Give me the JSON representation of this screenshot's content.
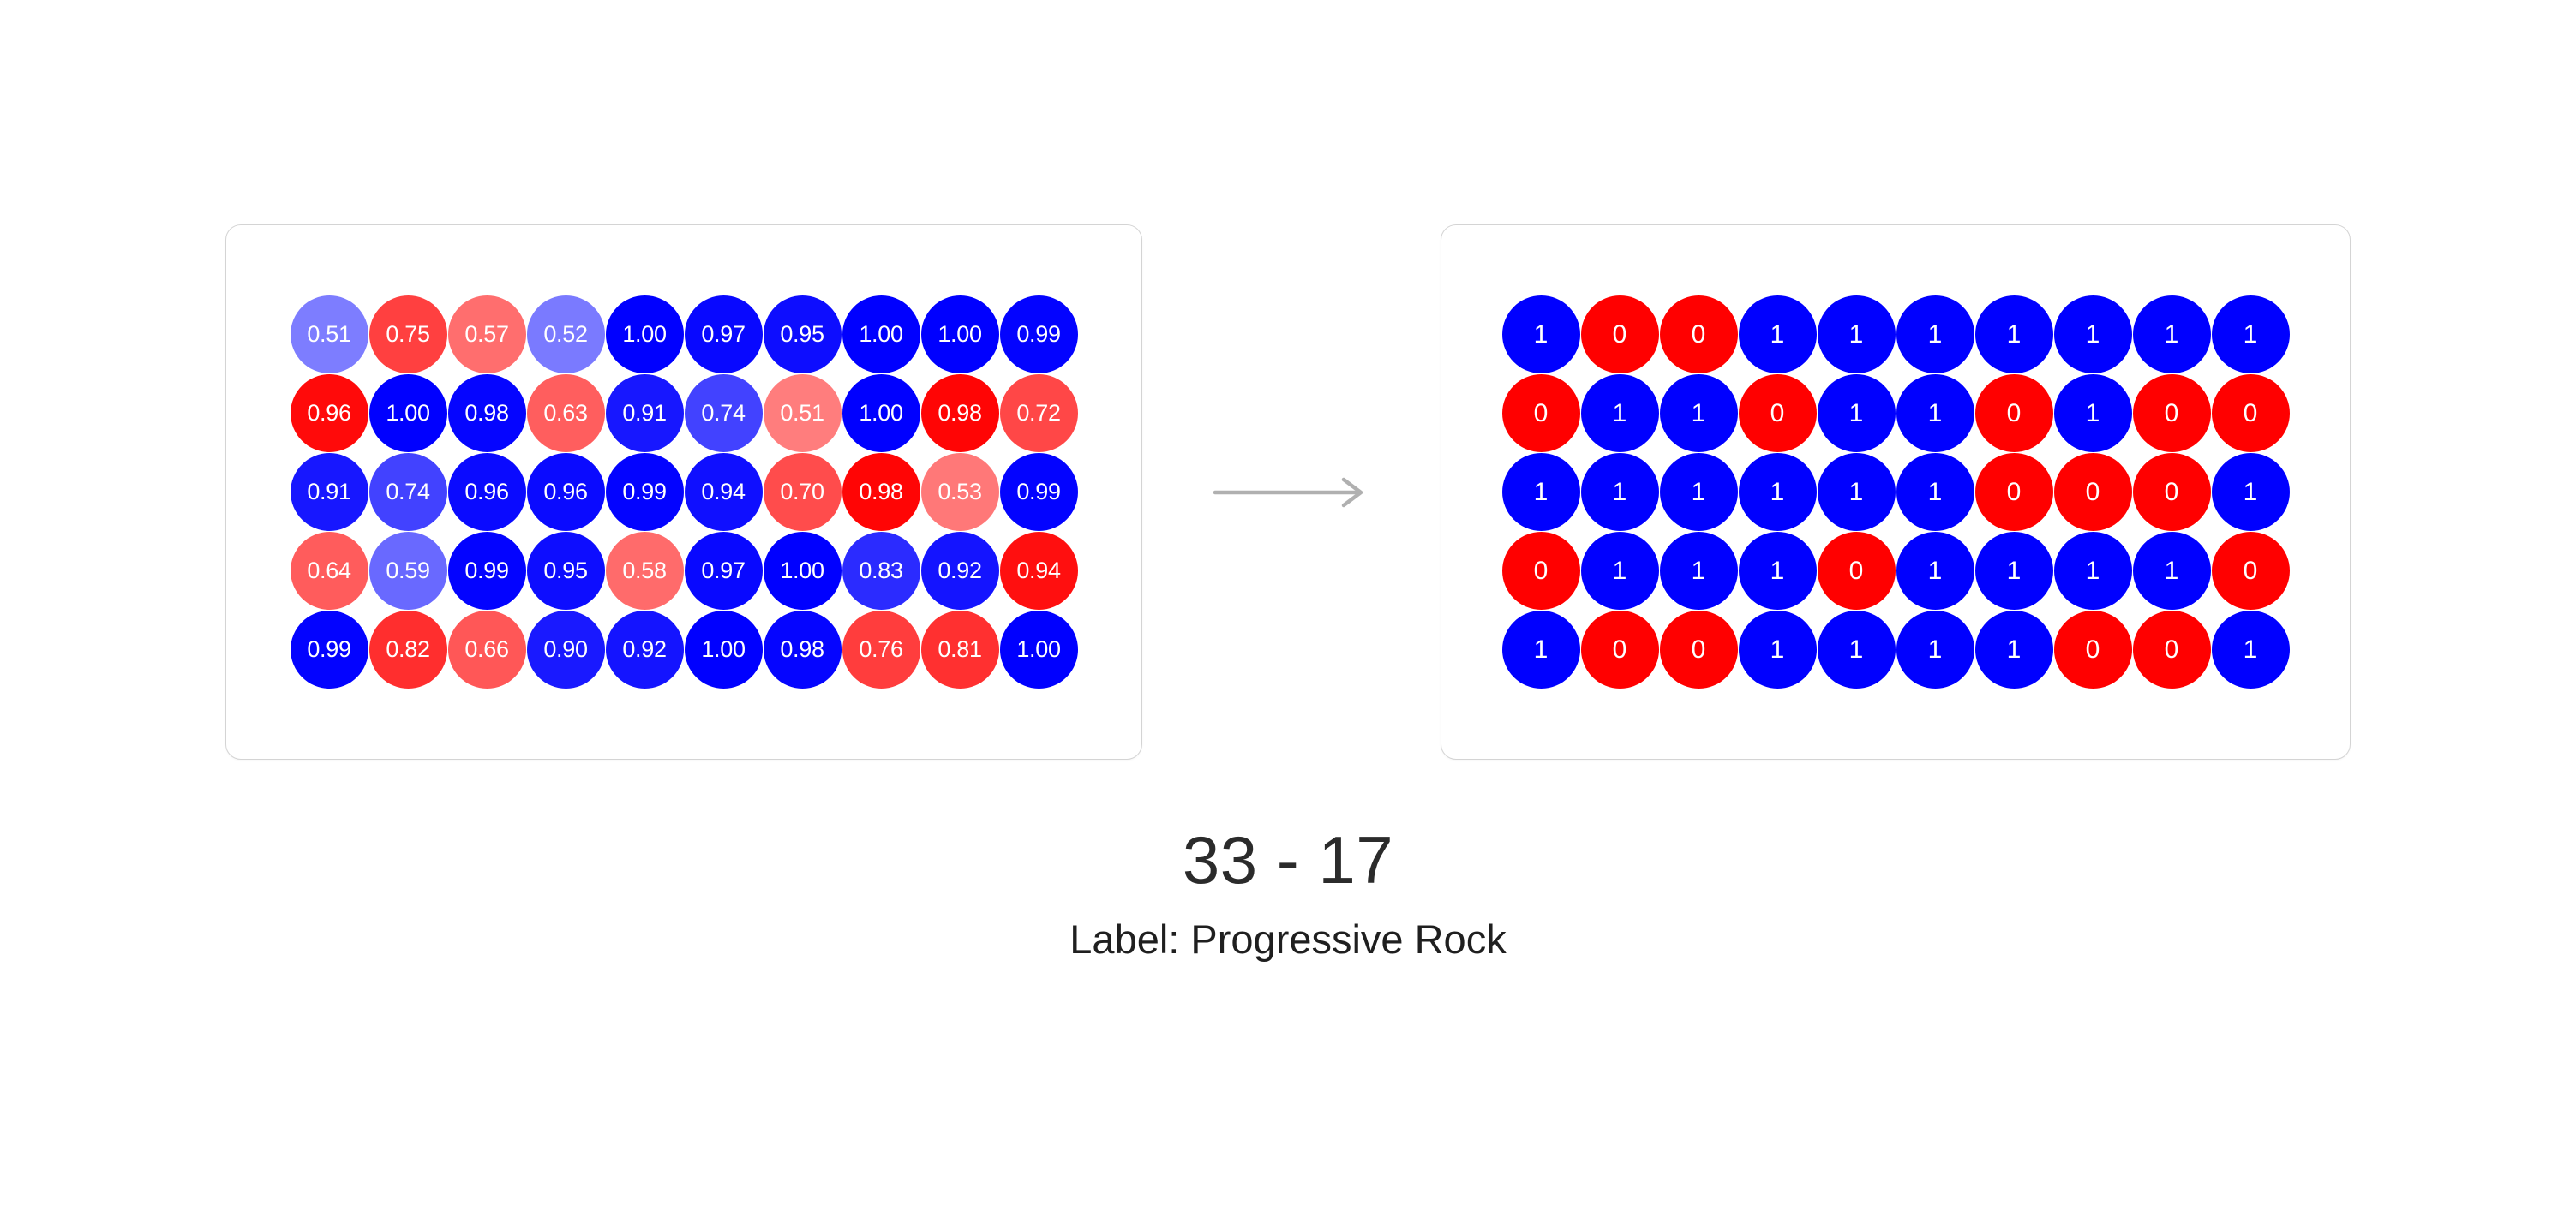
{
  "colors": {
    "class_one": "#0000ff",
    "class_zero": "#ff0000",
    "panel_border": "#d4d4d4",
    "arrow": "#b0b0b0",
    "background": "#ffffff",
    "dot_text": "#ffffff",
    "score_text": "#2b2b2b",
    "label_text": "#1f1f1f"
  },
  "caption": {
    "score": "33 - 17",
    "ones_count": 33,
    "zeros_count": 17,
    "label": "Label: Progressive Rock"
  },
  "connector": {
    "icon": "arrow-right-icon"
  },
  "chart_data": {
    "type": "heatmap",
    "title": "",
    "xlabel": "",
    "ylabel": "",
    "rows": 5,
    "cols": 10,
    "total_cells": 50,
    "legend": [
      {
        "class": 1,
        "color": "#0000ff",
        "meaning": "blue"
      },
      {
        "class": 0,
        "color": "#ff0000",
        "meaning": "red"
      }
    ],
    "notes": "Left panel shows per-cell confidence values (0.00-1.00) with opacity proportional to confidence; right panel shows the thresholded binary class for the same cells.",
    "panels": [
      {
        "name": "confidence-grid",
        "value_format": "0.00",
        "cells": [
          [
            {
              "value": "0.51",
              "class": 1
            },
            {
              "value": "0.75",
              "class": 0
            },
            {
              "value": "0.57",
              "class": 0
            },
            {
              "value": "0.52",
              "class": 1
            },
            {
              "value": "1.00",
              "class": 1
            },
            {
              "value": "0.97",
              "class": 1
            },
            {
              "value": "0.95",
              "class": 1
            },
            {
              "value": "1.00",
              "class": 1
            },
            {
              "value": "1.00",
              "class": 1
            },
            {
              "value": "0.99",
              "class": 1
            }
          ],
          [
            {
              "value": "0.96",
              "class": 0
            },
            {
              "value": "1.00",
              "class": 1
            },
            {
              "value": "0.98",
              "class": 1
            },
            {
              "value": "0.63",
              "class": 0
            },
            {
              "value": "0.91",
              "class": 1
            },
            {
              "value": "0.74",
              "class": 1
            },
            {
              "value": "0.51",
              "class": 0
            },
            {
              "value": "1.00",
              "class": 1
            },
            {
              "value": "0.98",
              "class": 0
            },
            {
              "value": "0.72",
              "class": 0
            }
          ],
          [
            {
              "value": "0.91",
              "class": 1
            },
            {
              "value": "0.74",
              "class": 1
            },
            {
              "value": "0.96",
              "class": 1
            },
            {
              "value": "0.96",
              "class": 1
            },
            {
              "value": "0.99",
              "class": 1
            },
            {
              "value": "0.94",
              "class": 1
            },
            {
              "value": "0.70",
              "class": 0
            },
            {
              "value": "0.98",
              "class": 0
            },
            {
              "value": "0.53",
              "class": 0
            },
            {
              "value": "0.99",
              "class": 1
            }
          ],
          [
            {
              "value": "0.64",
              "class": 0
            },
            {
              "value": "0.59",
              "class": 1
            },
            {
              "value": "0.99",
              "class": 1
            },
            {
              "value": "0.95",
              "class": 1
            },
            {
              "value": "0.58",
              "class": 0
            },
            {
              "value": "0.97",
              "class": 1
            },
            {
              "value": "1.00",
              "class": 1
            },
            {
              "value": "0.83",
              "class": 1
            },
            {
              "value": "0.92",
              "class": 1
            },
            {
              "value": "0.94",
              "class": 0
            }
          ],
          [
            {
              "value": "0.99",
              "class": 1
            },
            {
              "value": "0.82",
              "class": 0
            },
            {
              "value": "0.66",
              "class": 0
            },
            {
              "value": "0.90",
              "class": 1
            },
            {
              "value": "0.92",
              "class": 1
            },
            {
              "value": "1.00",
              "class": 1
            },
            {
              "value": "0.98",
              "class": 1
            },
            {
              "value": "0.76",
              "class": 0
            },
            {
              "value": "0.81",
              "class": 0
            },
            {
              "value": "1.00",
              "class": 1
            }
          ]
        ]
      },
      {
        "name": "binary-grid",
        "value_format": "0",
        "cells": [
          [
            {
              "value": "1",
              "class": 1
            },
            {
              "value": "0",
              "class": 0
            },
            {
              "value": "0",
              "class": 0
            },
            {
              "value": "1",
              "class": 1
            },
            {
              "value": "1",
              "class": 1
            },
            {
              "value": "1",
              "class": 1
            },
            {
              "value": "1",
              "class": 1
            },
            {
              "value": "1",
              "class": 1
            },
            {
              "value": "1",
              "class": 1
            },
            {
              "value": "1",
              "class": 1
            }
          ],
          [
            {
              "value": "0",
              "class": 0
            },
            {
              "value": "1",
              "class": 1
            },
            {
              "value": "1",
              "class": 1
            },
            {
              "value": "0",
              "class": 0
            },
            {
              "value": "1",
              "class": 1
            },
            {
              "value": "1",
              "class": 1
            },
            {
              "value": "0",
              "class": 0
            },
            {
              "value": "1",
              "class": 1
            },
            {
              "value": "0",
              "class": 0
            },
            {
              "value": "0",
              "class": 0
            }
          ],
          [
            {
              "value": "1",
              "class": 1
            },
            {
              "value": "1",
              "class": 1
            },
            {
              "value": "1",
              "class": 1
            },
            {
              "value": "1",
              "class": 1
            },
            {
              "value": "1",
              "class": 1
            },
            {
              "value": "1",
              "class": 1
            },
            {
              "value": "0",
              "class": 0
            },
            {
              "value": "0",
              "class": 0
            },
            {
              "value": "0",
              "class": 0
            },
            {
              "value": "1",
              "class": 1
            }
          ],
          [
            {
              "value": "0",
              "class": 0
            },
            {
              "value": "1",
              "class": 1
            },
            {
              "value": "1",
              "class": 1
            },
            {
              "value": "1",
              "class": 1
            },
            {
              "value": "0",
              "class": 0
            },
            {
              "value": "1",
              "class": 1
            },
            {
              "value": "1",
              "class": 1
            },
            {
              "value": "1",
              "class": 1
            },
            {
              "value": "1",
              "class": 1
            },
            {
              "value": "0",
              "class": 0
            }
          ],
          [
            {
              "value": "1",
              "class": 1
            },
            {
              "value": "0",
              "class": 0
            },
            {
              "value": "0",
              "class": 0
            },
            {
              "value": "1",
              "class": 1
            },
            {
              "value": "1",
              "class": 1
            },
            {
              "value": "1",
              "class": 1
            },
            {
              "value": "1",
              "class": 1
            },
            {
              "value": "0",
              "class": 0
            },
            {
              "value": "0",
              "class": 0
            },
            {
              "value": "1",
              "class": 1
            }
          ]
        ]
      }
    ]
  }
}
